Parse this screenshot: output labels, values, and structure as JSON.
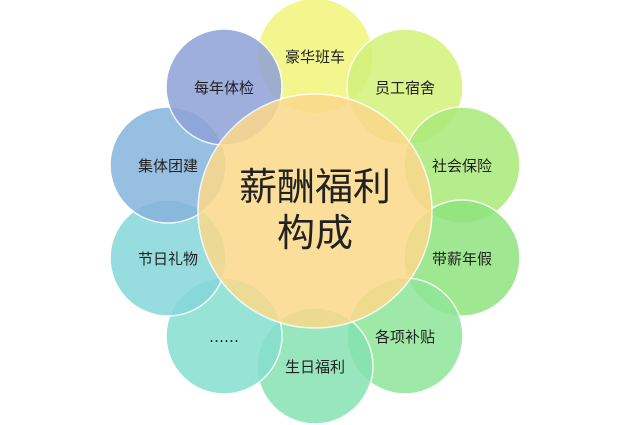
{
  "center": {
    "line1": "薪酬福利",
    "line2": "构成",
    "color": "#fcd98a"
  },
  "items": [
    {
      "label": "豪华班车",
      "color": "#f2f57a"
    },
    {
      "label": "员工宿舍",
      "color": "#d3f27a"
    },
    {
      "label": "社会保险",
      "color": "#a9ea78"
    },
    {
      "label": "带薪年假",
      "color": "#8fe37e"
    },
    {
      "label": "各项补贴",
      "color": "#8fe69a"
    },
    {
      "label": "生日福利",
      "color": "#86e2b2"
    },
    {
      "label": "……",
      "color": "#86e0cf"
    },
    {
      "label": "节日礼物",
      "color": "#86d6da"
    },
    {
      "label": "集体团建",
      "color": "#86b4dc"
    },
    {
      "label": "每年体检",
      "color": "#8ea2d8"
    }
  ]
}
